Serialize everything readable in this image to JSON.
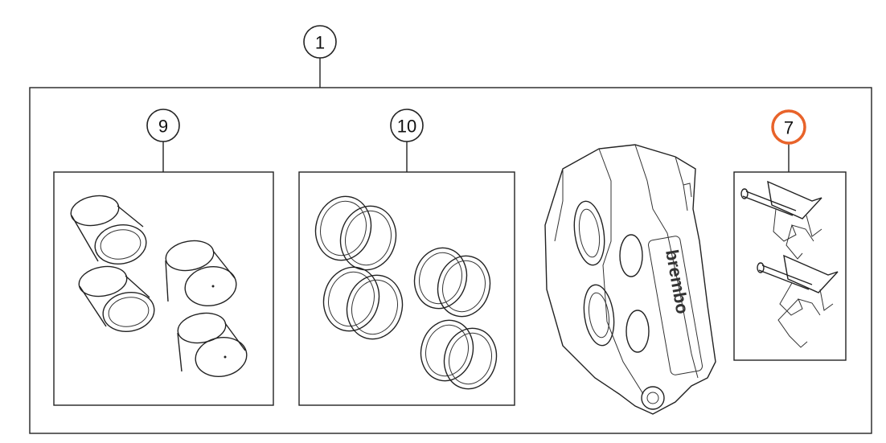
{
  "callouts": {
    "assembly": "1",
    "pistons": "9",
    "seals": "10",
    "pins": "7"
  },
  "caliper": {
    "brand": "brembo"
  },
  "colors": {
    "line": "#222222",
    "highlight": "#e8632a",
    "background": "#ffffff"
  }
}
